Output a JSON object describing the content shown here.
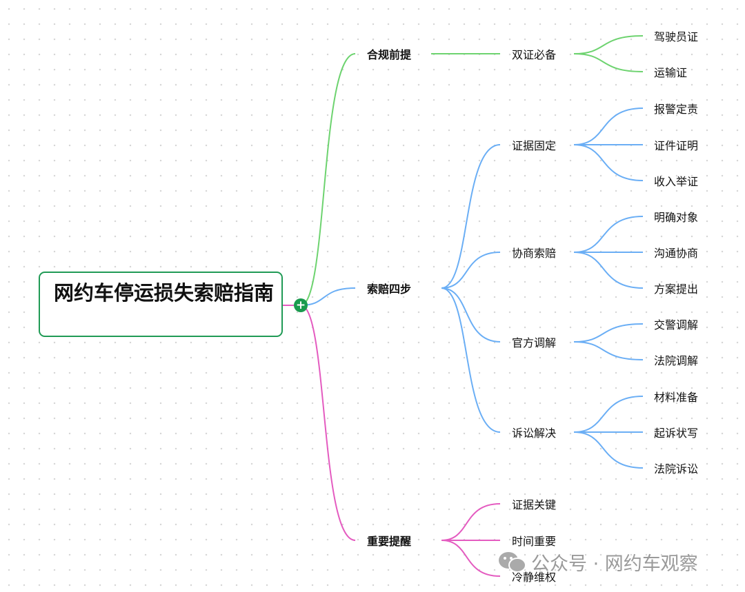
{
  "root": {
    "title": "网约车停运损失索赔指南",
    "expand_icon": "plus-icon"
  },
  "branches": [
    {
      "label": "合规前提",
      "color": "#6dd36f",
      "children": [
        {
          "label": "双证必备",
          "children": [
            "驾驶员证",
            "运输证"
          ]
        }
      ]
    },
    {
      "label": "索赔四步",
      "color": "#6aaef5",
      "children": [
        {
          "label": "证据固定",
          "children": [
            "报警定责",
            "证件证明",
            "收入举证"
          ]
        },
        {
          "label": "协商索赔",
          "children": [
            "明确对象",
            "沟通协商",
            "方案提出"
          ]
        },
        {
          "label": "官方调解",
          "children": [
            "交警调解",
            "法院调解"
          ]
        },
        {
          "label": "诉讼解决",
          "children": [
            "材料准备",
            "起诉状写",
            "法院诉讼"
          ]
        }
      ]
    },
    {
      "label": "重要提醒",
      "color": "#e45bc0",
      "children": [
        {
          "label": "证据关键",
          "children": []
        },
        {
          "label": "时间重要",
          "children": []
        },
        {
          "label": "冷静维权",
          "children": []
        }
      ]
    }
  ],
  "watermark": {
    "text": "公众号 · 网约车观察",
    "icon": "wechat-icon"
  }
}
